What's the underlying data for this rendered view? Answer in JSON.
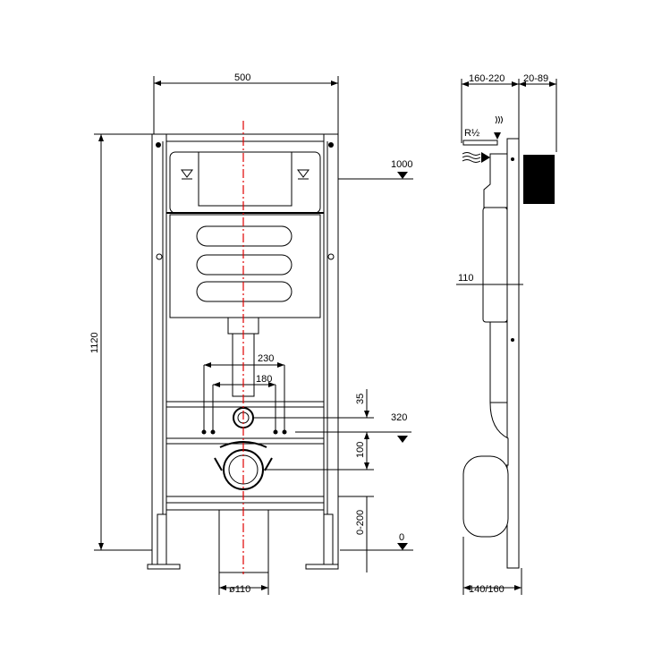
{
  "front_view": {
    "dimensions": {
      "frame_width": "500",
      "frame_height": "1120",
      "actuation_height": "1000",
      "connector_spacing_outer": "230",
      "connector_spacing_inner": "180",
      "connector_offset": "35",
      "connector_height": "320",
      "drain_offset": "100",
      "leg_adjustment": "0-200",
      "floor_level": "0",
      "drain_diameter": "ø110"
    }
  },
  "side_view": {
    "dimensions": {
      "wall_depth": "160-220",
      "panel_depth": "20-89",
      "water_inlet": "R½",
      "inlet_depth": "110",
      "frame_depth": "140/160"
    }
  },
  "colors": {
    "centerline": "#e00000",
    "lines": "#000000"
  }
}
